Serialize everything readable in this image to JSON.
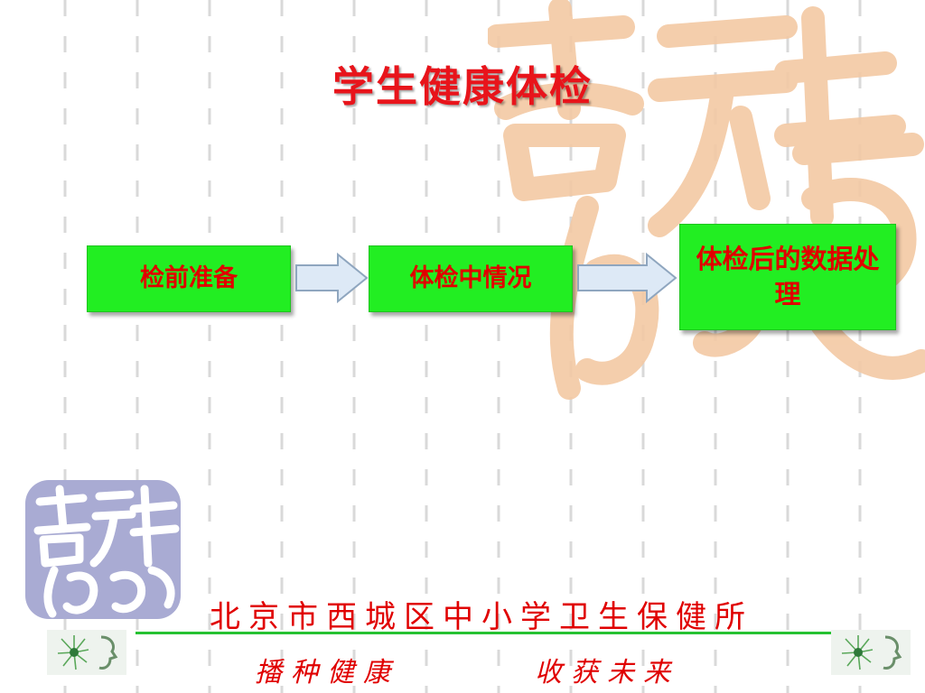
{
  "title": "学生健康体检",
  "steps": [
    {
      "label": "检前准备"
    },
    {
      "label": "体检中情况"
    },
    {
      "label": "体检后的数据处理"
    }
  ],
  "footer": {
    "organization": "北京市西城区中小学卫生保健所",
    "slogan_left": "播种健康",
    "slogan_right": "收获未来"
  },
  "colors": {
    "title": "#e8141b",
    "step_fill": "#22ee22",
    "step_text": "#e00000",
    "arrow_fill": "#dde9f6",
    "arrow_stroke": "#8fa6bf",
    "divider": "#26c232",
    "watermark": "#f3c9a4",
    "seal": "#a9abd3"
  },
  "icons": {
    "watermark": "auspicious-calligraphy-watermark",
    "seal": "auspicious-seal-stamp",
    "logo": "dandelion-face-logo-icon"
  }
}
